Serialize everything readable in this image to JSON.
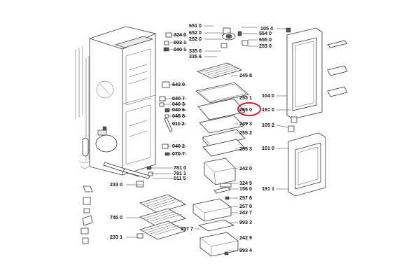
{
  "highlight": {
    "code": "255 0",
    "color": "#d0202a"
  },
  "labels": [
    {
      "id": "p3240",
      "code": "324 0"
    },
    {
      "id": "p0031",
      "code": "003 1"
    },
    {
      "id": "p0401",
      "code": "040 1"
    },
    {
      "id": "p6430",
      "code": "643 0"
    },
    {
      "id": "p0407",
      "code": "040 7"
    },
    {
      "id": "p0403",
      "code": "040 3"
    },
    {
      "id": "p0406",
      "code": "040 6"
    },
    {
      "id": "p0458",
      "code": "045 8"
    },
    {
      "id": "p0112",
      "code": "011 2"
    },
    {
      "id": "p0402",
      "code": "040 2"
    },
    {
      "id": "p0707",
      "code": "070 7"
    },
    {
      "id": "p7810",
      "code": "781 0"
    },
    {
      "id": "p7811",
      "code": "781 1"
    },
    {
      "id": "p0115",
      "code": "011 5"
    },
    {
      "id": "p2330",
      "code": "233 0"
    },
    {
      "id": "p7450",
      "code": "745 0"
    },
    {
      "id": "p2331",
      "code": "233 1"
    },
    {
      "id": "p6510",
      "code": "651 0"
    },
    {
      "id": "p6520",
      "code": "652 0"
    },
    {
      "id": "p2520",
      "code": "252 0"
    },
    {
      "id": "p3350",
      "code": "335 0"
    },
    {
      "id": "p3356",
      "code": "335 6"
    },
    {
      "id": "p5540",
      "code": "554 0"
    },
    {
      "id": "p6550",
      "code": "655 0"
    },
    {
      "id": "p2530",
      "code": "253 0"
    },
    {
      "id": "p2458",
      "code": "245 8"
    },
    {
      "id": "p2551",
      "code": "255 1"
    },
    {
      "id": "p2550",
      "code": "255 0"
    },
    {
      "id": "p2493",
      "code": "249 3"
    },
    {
      "id": "p2552",
      "code": "255 2"
    },
    {
      "id": "p2553",
      "code": "255 3"
    },
    {
      "id": "p2420",
      "code": "242 0"
    },
    {
      "id": "p3245",
      "code": "324 5"
    },
    {
      "id": "p1560",
      "code": "156 0"
    },
    {
      "id": "p2578",
      "code": "257 8"
    },
    {
      "id": "p2579",
      "code": "257 9"
    },
    {
      "id": "p2427",
      "code": "242 7"
    },
    {
      "id": "p9933",
      "code": "993 3"
    },
    {
      "id": "p2577",
      "code": "257 7"
    },
    {
      "id": "p2429",
      "code": "242 9"
    },
    {
      "id": "p9934",
      "code": "993 4"
    },
    {
      "id": "p1054",
      "code": "105 4"
    },
    {
      "id": "p1040",
      "code": "104 0"
    },
    {
      "id": "p1910",
      "code": "191 0"
    },
    {
      "id": "p1052",
      "code": "105 2"
    },
    {
      "id": "p1010",
      "code": "101 0"
    },
    {
      "id": "p1911",
      "code": "191 1"
    }
  ]
}
